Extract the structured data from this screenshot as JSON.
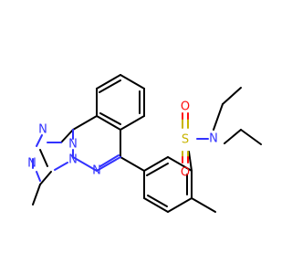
{
  "colors": {
    "background": "#ffffff",
    "bond": "#000000",
    "nitrogen": "#3232ff",
    "sulfur": "#c8b400",
    "oxygen": "#ff0d0d"
  },
  "labels": {
    "N": "N",
    "S": "S",
    "O": "O"
  }
}
